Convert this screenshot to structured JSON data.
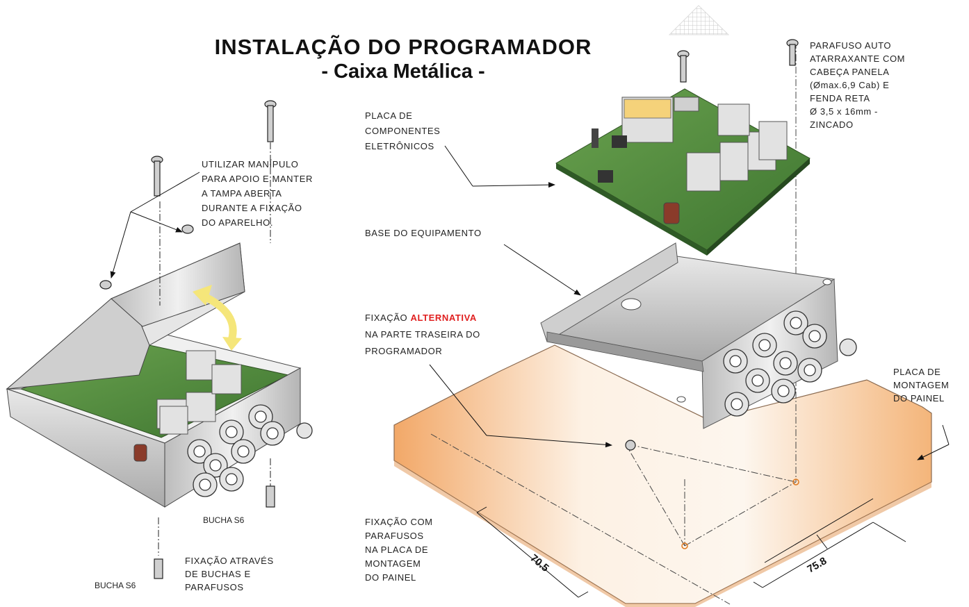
{
  "title": {
    "line1": "INSTALAÇÃO DO PROGRAMADOR",
    "line2": "- Caixa Metálica -"
  },
  "labels": {
    "screw": [
      "PARAFUSO AUTO",
      "ATARRAXANTE COM",
      "CABEÇA PANELA",
      "(Ømax.6,9 Cab) E",
      "FENDA RETA",
      "Ø 3,5 x 16mm -",
      "ZINCADO"
    ],
    "board": [
      "PLACA DE",
      "COMPONENTES",
      "ELETRÔNICOS"
    ],
    "handle": [
      "UTILIZAR MANÍPULO",
      "PARA APOIO E MANTER",
      "A TAMPA ABERTA",
      "DURANTE A FIXAÇÃO",
      "DO APARELHO."
    ],
    "base": "BASE DO EQUIPAMENTO",
    "alt_prefix": "FIXAÇÃO",
    "alt_highlight": "ALTERNATIVA",
    "alt_rest": [
      "NA PARTE TRASEIRA DO",
      "PROGRAMADOR"
    ],
    "panel": [
      "PLACA DE",
      "MONTAGEM",
      "DO PAINEL"
    ],
    "screws_fix": [
      "FIXAÇÃO COM",
      "PARAFUSOS",
      "NA PLACA DE",
      "MONTAGEM",
      "DO PAINEL"
    ],
    "bucha_right": "BUCHA S6",
    "bucha_left": "BUCHA S6",
    "bushings_fix": [
      "FIXAÇÃO ATRAVÉS",
      "DE BUCHAS E",
      "PARAFUSOS"
    ]
  },
  "dimensions": {
    "width": "70.5",
    "depth": "75.8",
    "half_a": "",
    "half_b": ""
  },
  "colors": {
    "pcb": "#4f8a3c",
    "metal": "#d9d9d9",
    "panel_light": "#fdf3e6",
    "panel_dark": "#f4b77a",
    "arrow": "#f5e67a",
    "alert": "#e02020"
  }
}
